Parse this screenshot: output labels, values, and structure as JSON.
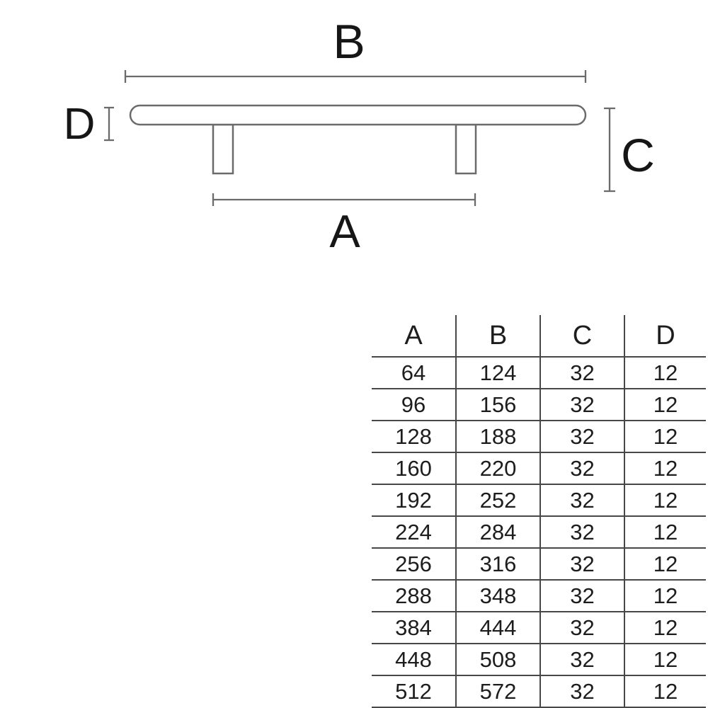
{
  "diagram": {
    "labels": {
      "b": "B",
      "d": "D",
      "c": "C",
      "a": "A"
    }
  },
  "table": {
    "columns": [
      "A",
      "B",
      "C",
      "D"
    ],
    "rows": [
      [
        "64",
        "124",
        "32",
        "12"
      ],
      [
        "96",
        "156",
        "32",
        "12"
      ],
      [
        "128",
        "188",
        "32",
        "12"
      ],
      [
        "160",
        "220",
        "32",
        "12"
      ],
      [
        "192",
        "252",
        "32",
        "12"
      ],
      [
        "224",
        "284",
        "32",
        "12"
      ],
      [
        "256",
        "316",
        "32",
        "12"
      ],
      [
        "288",
        "348",
        "32",
        "12"
      ],
      [
        "384",
        "444",
        "32",
        "12"
      ],
      [
        "448",
        "508",
        "32",
        "12"
      ],
      [
        "512",
        "572",
        "32",
        "12"
      ]
    ]
  },
  "colors": {
    "background": "#ffffff",
    "drawing_line": "#6b6b6b",
    "table_line": "#474747",
    "table_text": "#1d1d1d",
    "label_text": "#161616"
  }
}
